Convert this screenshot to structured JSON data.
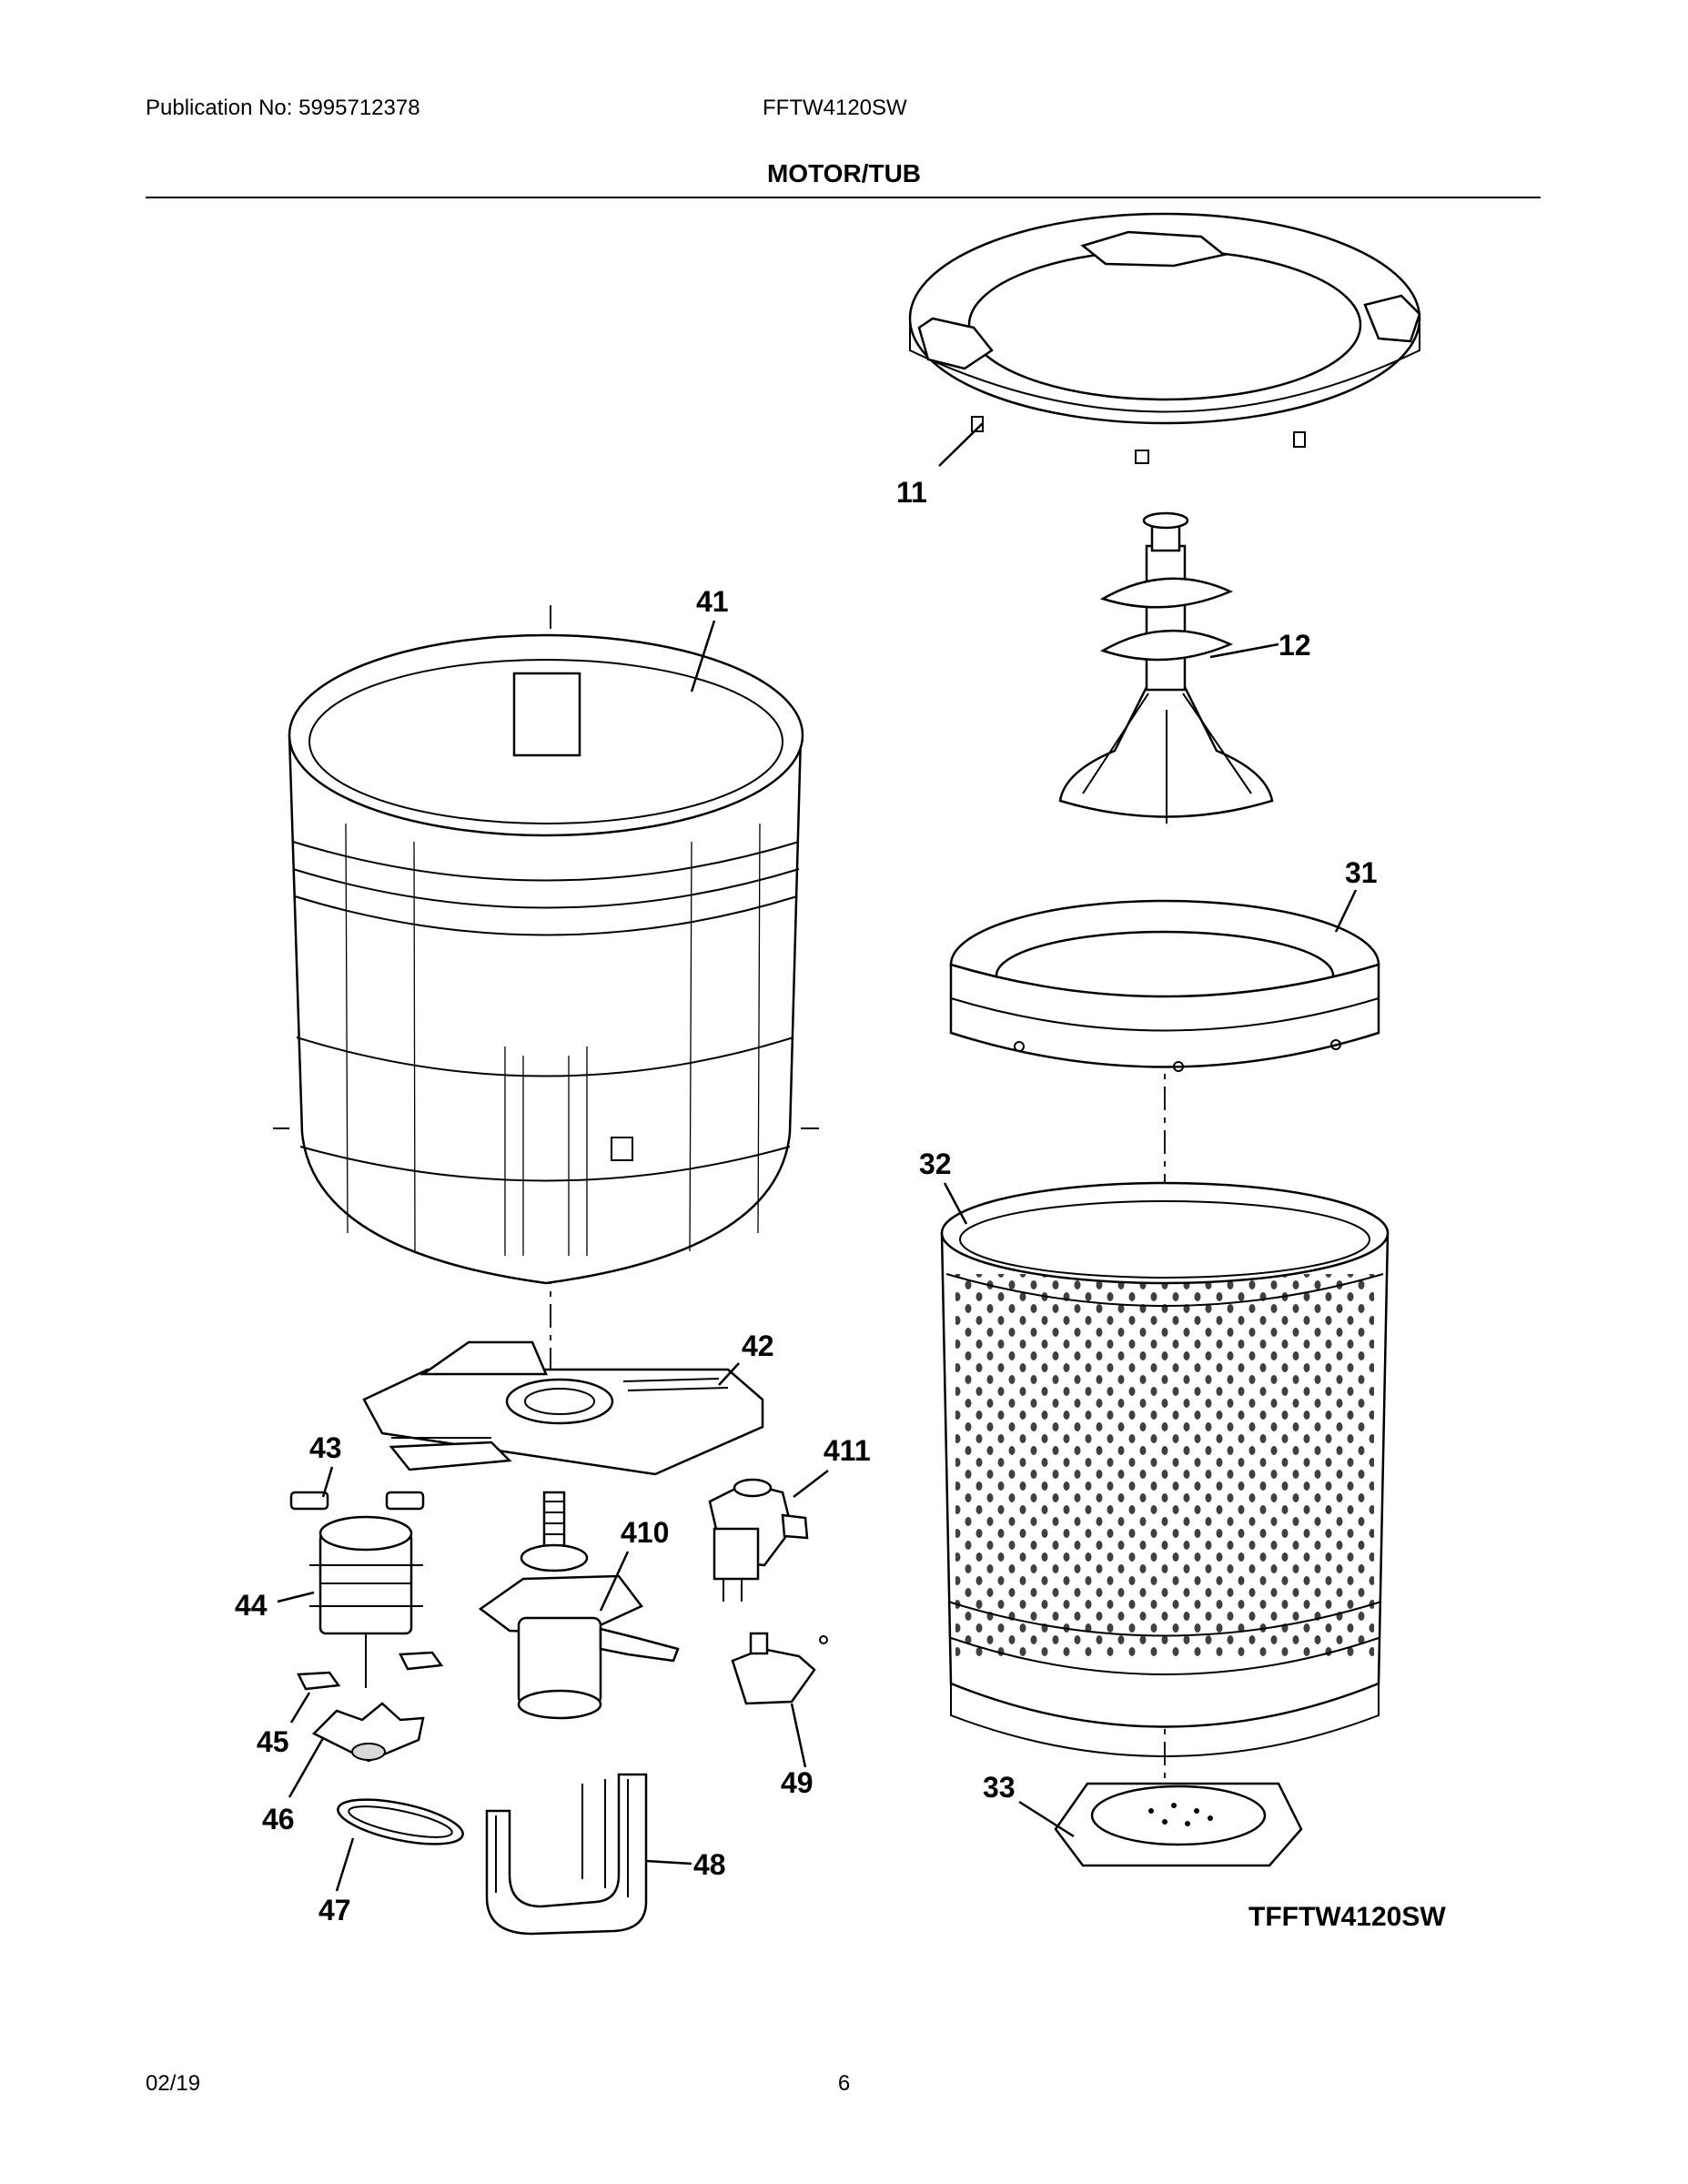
{
  "header": {
    "publication": "Publication No: 5995712378",
    "model": "FFTW4120SW",
    "section_title": "MOTOR/TUB"
  },
  "drawing_code": "TFFTW4120SW",
  "footer": {
    "date": "02/19",
    "page": "6"
  },
  "part_labels": {
    "p11": "11",
    "p12": "12",
    "p31": "31",
    "p32": "32",
    "p33": "33",
    "p41": "41",
    "p42": "42",
    "p43": "43",
    "p44": "44",
    "p45": "45",
    "p46": "46",
    "p47": "47",
    "p48": "48",
    "p49": "49",
    "p410": "410",
    "p411": "411"
  }
}
